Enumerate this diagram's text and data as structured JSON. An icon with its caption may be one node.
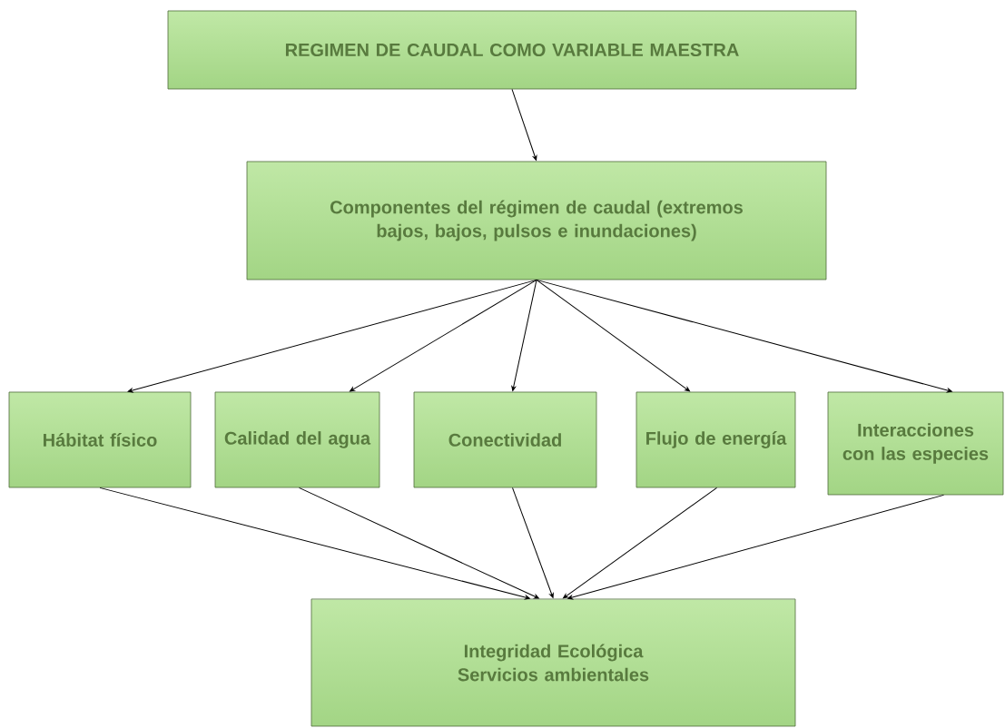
{
  "diagram": {
    "nodes": [
      {
        "text": [
          "REGIMEN DE CAUDAL COMO VARIABLE MAESTRA"
        ]
      },
      {
        "text": [
          "Componentes del régimen de caudal (extremos bajos, bajos, pulsos e inundaciones)"
        ]
      },
      {
        "text": [
          "Hábitat físico"
        ]
      },
      {
        "text": [
          "Calidad del agua"
        ]
      },
      {
        "text": [
          "Conectividad"
        ]
      },
      {
        "text": [
          "Flujo de energía"
        ]
      },
      {
        "text": [
          "Interacciones con las especies"
        ]
      },
      {
        "text": [
          "Integridad Ecológica",
          "Servicios ambientales"
        ]
      }
    ],
    "edges": [
      {
        "from": 0,
        "to": 1,
        "arrow": "to"
      },
      {
        "from": 1,
        "to": 2,
        "arrow": "to"
      },
      {
        "from": 1,
        "to": 3,
        "arrow": "to"
      },
      {
        "from": 1,
        "to": 4,
        "arrow": "to"
      },
      {
        "from": 1,
        "to": 5,
        "arrow": "to"
      },
      {
        "from": 1,
        "to": 6,
        "arrow": "to"
      },
      {
        "from": 2,
        "to": 7,
        "arrow": "to"
      },
      {
        "from": 3,
        "to": 7,
        "arrow": "to"
      },
      {
        "from": 4,
        "to": 7,
        "arrow": "to"
      },
      {
        "from": 5,
        "to": 7,
        "arrow": "to"
      },
      {
        "from": 6,
        "to": 7,
        "arrow": "to"
      }
    ]
  }
}
